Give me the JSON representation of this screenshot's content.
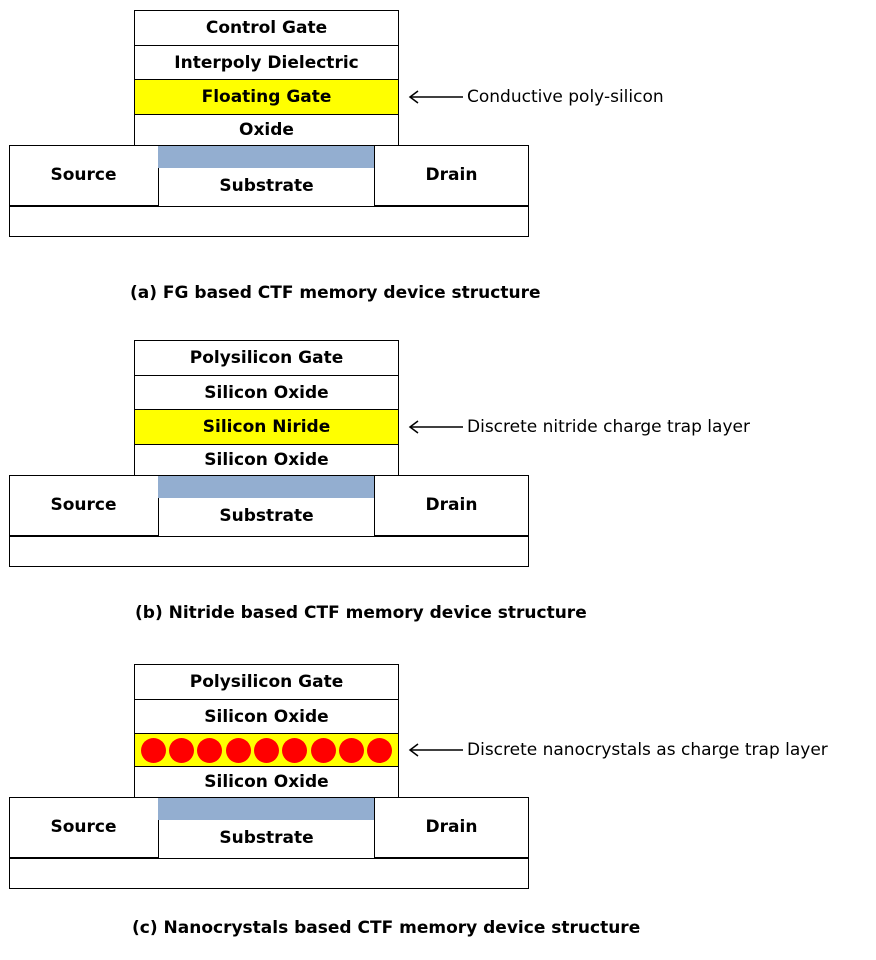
{
  "diagram_a": {
    "layers": [
      "Control Gate",
      "Interpoly Dielectric",
      "Floating Gate",
      "Oxide"
    ],
    "source": "Source",
    "substrate": "Substrate",
    "drain": "Drain",
    "annotation": "Conductive poly-silicon",
    "caption": "(a) FG based CTF memory device structure"
  },
  "diagram_b": {
    "layers": [
      "Polysilicon Gate",
      "Silicon Oxide",
      "Silicon Niride",
      "Silicon Oxide"
    ],
    "source": "Source",
    "substrate": "Substrate",
    "drain": "Drain",
    "annotation": "Discrete nitride charge trap layer",
    "caption": "(b) Nitride based CTF memory device structure"
  },
  "diagram_c": {
    "layers": [
      "Polysilicon Gate",
      "Silicon Oxide",
      "Silicon Oxide"
    ],
    "nanocrystal_count": 9,
    "source": "Source",
    "substrate": "Substrate",
    "drain": "Drain",
    "annotation": "Discrete nanocrystals as charge trap layer",
    "caption": "(c) Nanocrystals based CTF memory device structure"
  },
  "colors": {
    "trap_layer": "#ffff00",
    "nanocrystal": "#ff0000",
    "channel": "#93aed0",
    "outline": "#000000"
  }
}
